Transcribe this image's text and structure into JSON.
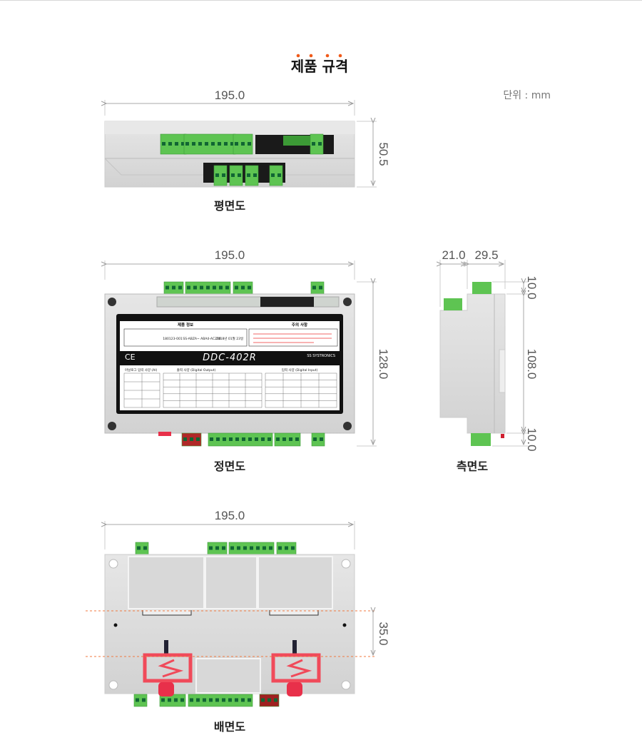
{
  "header": {
    "title": "제품 규격",
    "unit": "단위 : mm",
    "accent": "#f05a1a"
  },
  "top_view": {
    "caption": "평면도",
    "width": "195.0",
    "height": "50.5"
  },
  "front_view": {
    "caption": "정면도",
    "width": "195.0",
    "height": "128.0",
    "label": {
      "product_info": "제품 정보",
      "caution": "주의 사항",
      "serial": "180123-001",
      "model_code": "SS-ABZA~ ABA4-AC250",
      "date": "2018년 01월 23일",
      "model": "DDC-402R",
      "brand": "SS SYSTRONICS",
      "ai_title": "아날로그 입력 사양 (AI)",
      "do_title": "출력 사양 (Digital Output)",
      "di_title": "입력 사양 (Digital Input)"
    }
  },
  "side_view": {
    "caption": "측면도",
    "depth_a": "21.0",
    "depth_b": "29.5",
    "top_margin": "10.0",
    "body_height": "108.0",
    "bottom_margin": "10.0"
  },
  "back_view": {
    "caption": "배면도",
    "width": "195.0",
    "rail": "35.0"
  },
  "colors": {
    "terminal": "#5ec452",
    "body": "#dcdcdc",
    "clip": "#f04a5a",
    "dim_line": "#bbbbbb"
  }
}
